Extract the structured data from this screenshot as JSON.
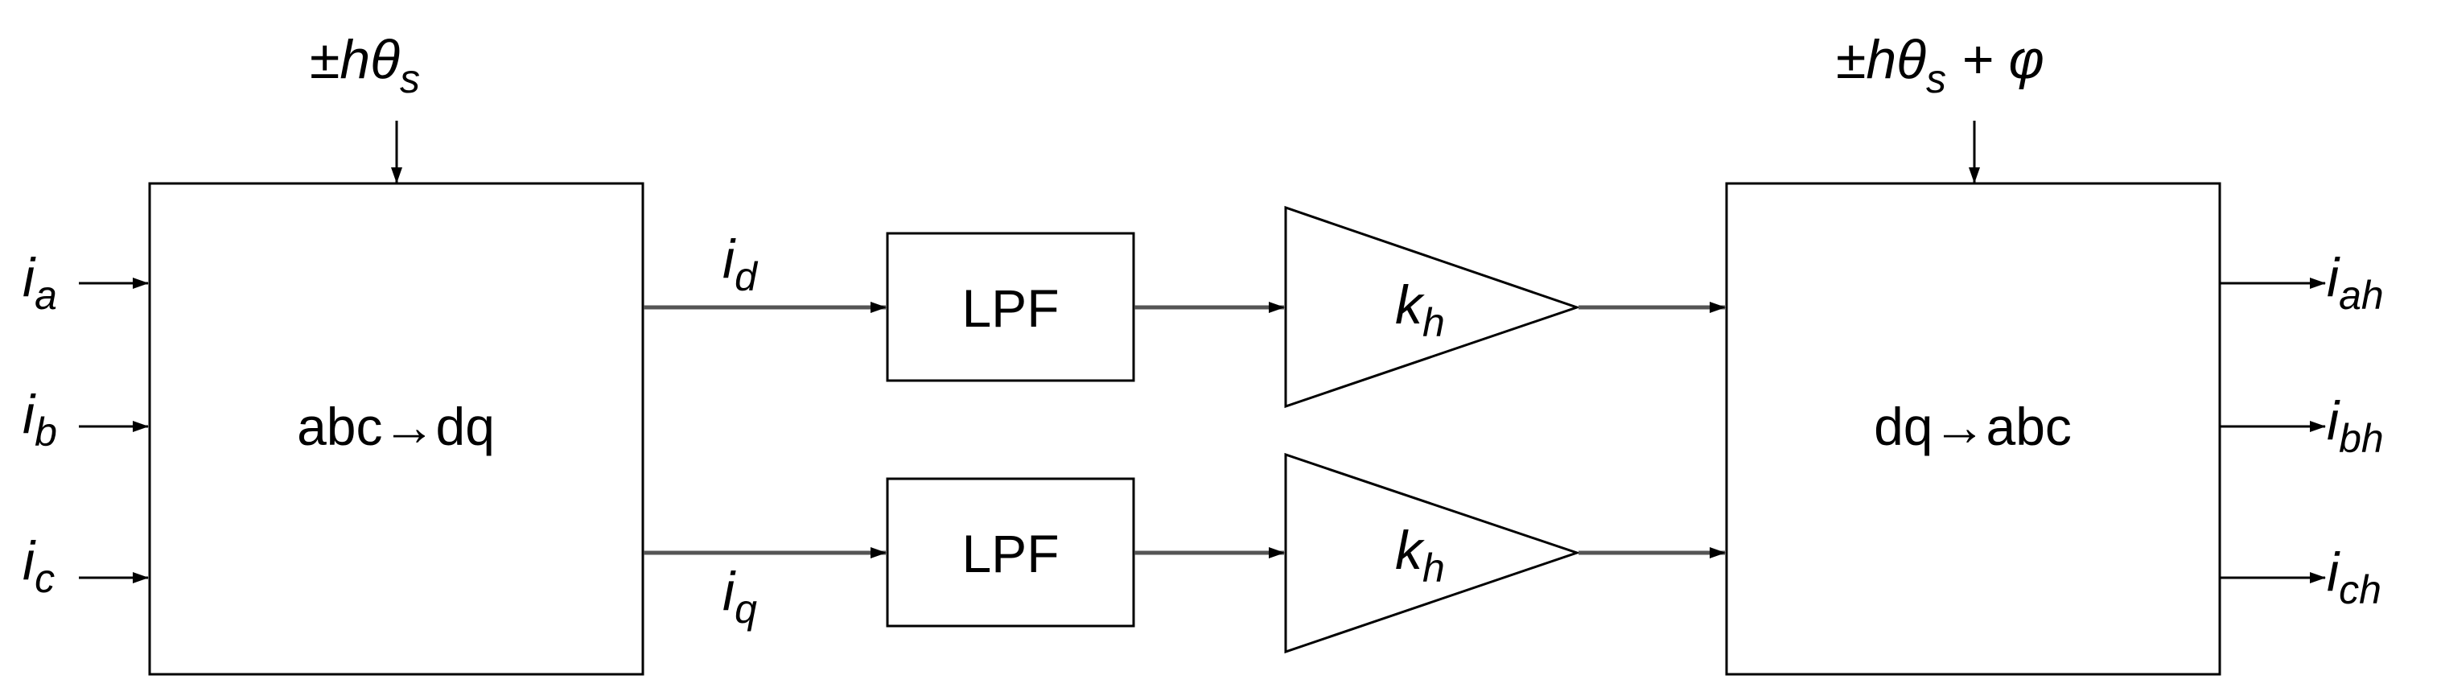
{
  "blocks": {
    "abc_to_dq": {
      "label": "abc→dq",
      "angle_main": "±hθ",
      "angle_sub": "s"
    },
    "lpf_d": {
      "label": "LPF"
    },
    "lpf_q": {
      "label": "LPF"
    },
    "gain_d": {
      "label_main": "k",
      "label_sub": "h"
    },
    "gain_q": {
      "label_main": "k",
      "label_sub": "h"
    },
    "dq_to_abc": {
      "label": "dq→abc",
      "angle_main": "±hθ",
      "angle_sub": "s",
      "angle_tail": " + φ"
    }
  },
  "signals": {
    "inputs": [
      {
        "main": "i",
        "sub": "a"
      },
      {
        "main": "i",
        "sub": "b"
      },
      {
        "main": "i",
        "sub": "c"
      }
    ],
    "d": {
      "main": "i",
      "sub": "d"
    },
    "q": {
      "main": "i",
      "sub": "q"
    },
    "outputs": [
      {
        "main": "i",
        "sub": "ah"
      },
      {
        "main": "i",
        "sub": "bh"
      },
      {
        "main": "i",
        "sub": "ch"
      }
    ]
  }
}
